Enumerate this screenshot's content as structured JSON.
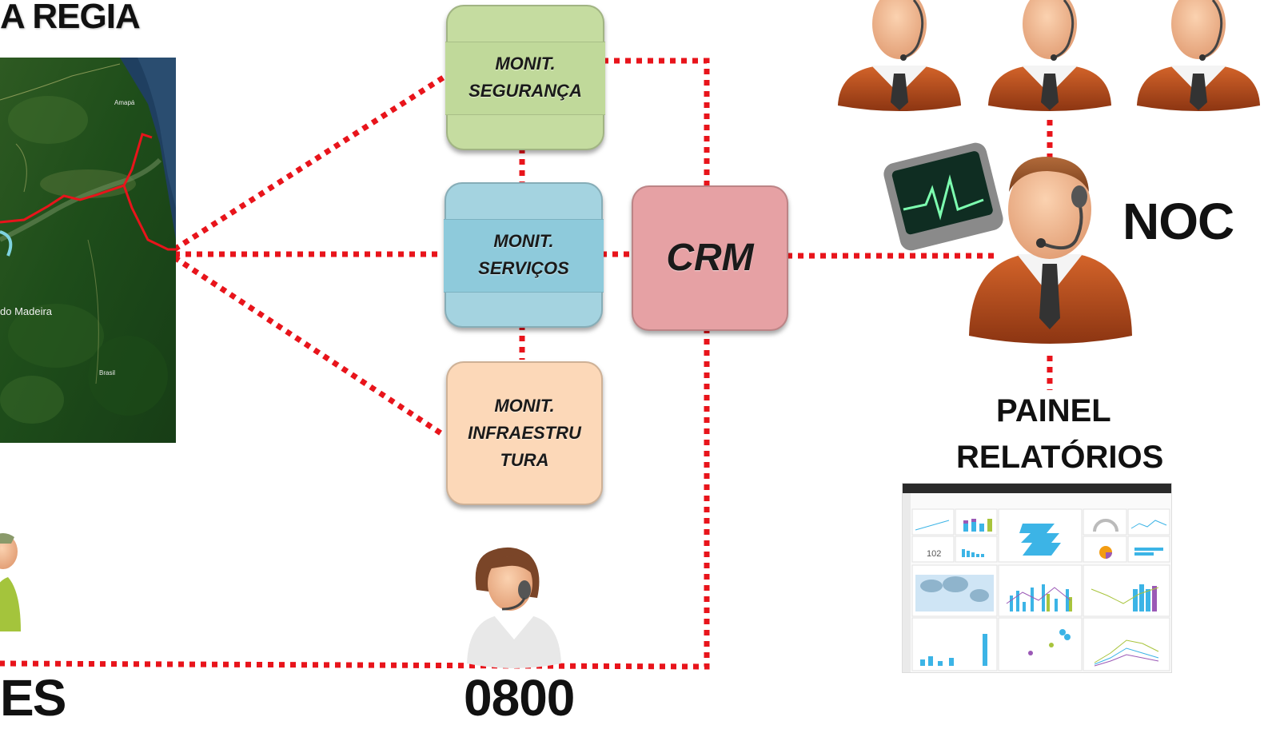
{
  "map": {
    "title": "A REGIA",
    "labels": [
      "Amapá",
      "do Madeira",
      "Brasil"
    ]
  },
  "monitors": {
    "seguranca": "MONIT.\nSEGURANÇA",
    "servicos": "MONIT.\nSERVIÇOS",
    "infraestrutura": "MONIT.\nINFRAESTRU\nTURA"
  },
  "crm": {
    "label": "CRM"
  },
  "noc": {
    "label": "NOC"
  },
  "painel": {
    "line1": "PAINEL",
    "line2": "RELATÓRIOS",
    "kpi": "102"
  },
  "hotline": {
    "label": "0800"
  },
  "clients": {
    "label": "ES"
  },
  "colors": {
    "connector": "#e8141b",
    "seguranca": "#c5dca0",
    "servicos": "#92cddc",
    "infraestrutura": "#fcd5b5",
    "crm": "#e6a1a4"
  }
}
